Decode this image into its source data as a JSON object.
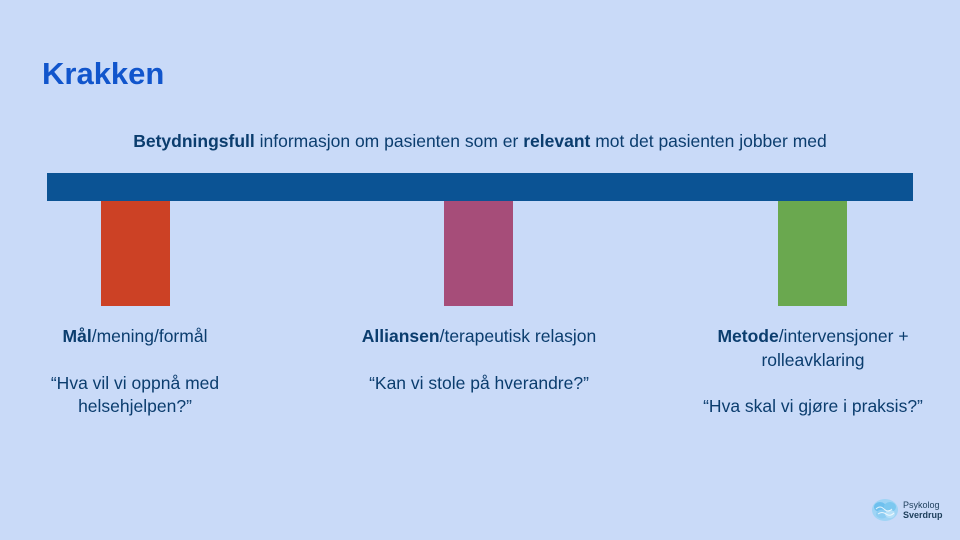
{
  "title": "Krakken",
  "subtitle": {
    "bold1": "Betydningsfull",
    "text1": " informasjon om pasienten som er ",
    "bold2": "relevant",
    "text2": " mot det pasienten jobber med"
  },
  "colors": {
    "background": "#c9daf8",
    "title": "#1155cc",
    "seat": "#0b5394",
    "leg1": "#cc4125",
    "leg2": "#a64d79",
    "leg3": "#6aa84f",
    "text": "#0b3d6e"
  },
  "legs": [
    {
      "head_bold": "Mål",
      "head_rest": "/mening/formål",
      "question": "“Hva vil vi oppnå med helsehjelpen?”"
    },
    {
      "head_bold": "Alliansen",
      "head_rest": "/terapeutisk relasjon",
      "question": "“Kan vi stole på hverandre?”"
    },
    {
      "head_bold": "Metode",
      "head_rest": "/intervensjoner + rolleavklaring",
      "question": "“Hva skal vi gjøre i praksis?”"
    }
  ],
  "logo": {
    "icon": "brain-logo-icon",
    "line1": "Psykolog",
    "line2": "Sverdrup"
  }
}
